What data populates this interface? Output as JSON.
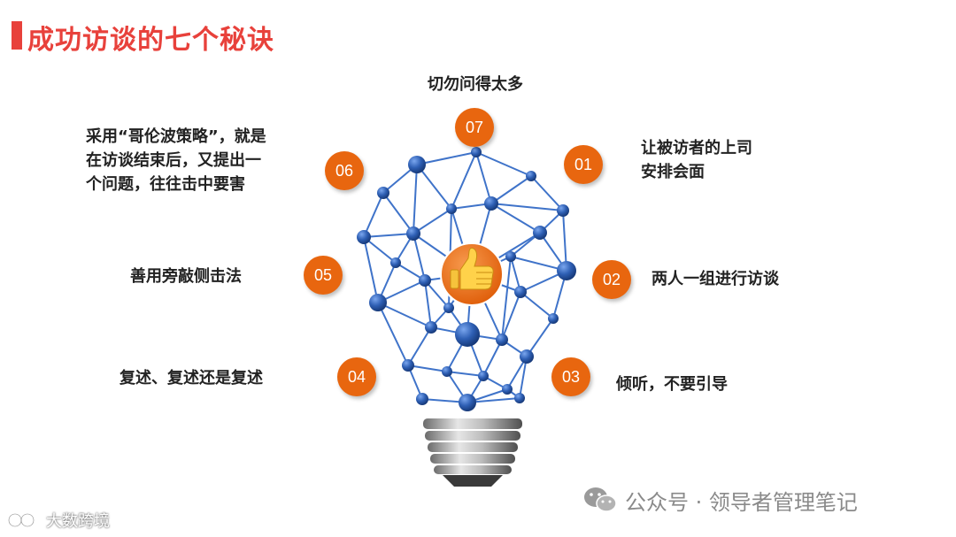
{
  "title": "成功访谈的七个秘诀",
  "tips": [
    {
      "num": "07",
      "text": [
        "切勿问得太多"
      ]
    },
    {
      "num": "01",
      "text": [
        "让被访者的上司",
        "安排会面"
      ]
    },
    {
      "num": "02",
      "text": [
        "两人一组进行访谈"
      ]
    },
    {
      "num": "03",
      "text": [
        "倾听，不要引导"
      ]
    },
    {
      "num": "04",
      "text": [
        "复述、复述还是复述"
      ]
    },
    {
      "num": "05",
      "text": [
        "善用旁敲侧击法"
      ]
    },
    {
      "num": "06",
      "text": [
        "采用“哥伦波策略”，就是",
        "在访谈结束后，又提出一",
        "个问题，往往击中要害"
      ]
    }
  ],
  "center_icon": "thumbs-up-icon",
  "footer": {
    "wechat_label": "公众号 · 领导者管理笔记",
    "watermark": "大数跨境"
  },
  "colors": {
    "title": "#e8413b",
    "badge": "#e8660f",
    "network_node": "#2e5fb4",
    "network_line": "#3f73c9",
    "text": "#222222"
  }
}
